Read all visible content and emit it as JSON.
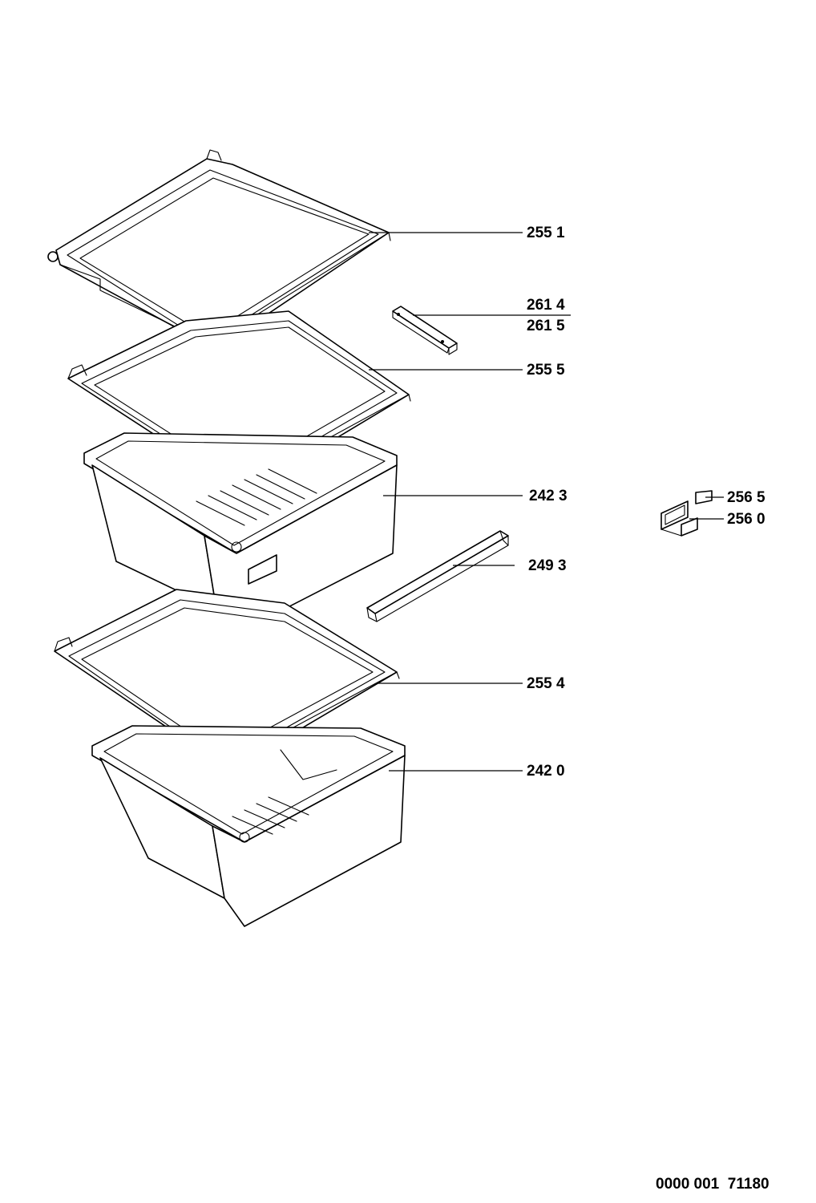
{
  "callouts": {
    "p2551": "255 1",
    "p2614": "261 4",
    "p2615": "261 5",
    "p2555": "255 5",
    "p2423": "242 3",
    "p2565": "256 5",
    "p2560": "256 0",
    "p2493": "249 3",
    "p2554": "255 4",
    "p2420": "242 0"
  },
  "footer": {
    "document_number": "0000 001  71180"
  }
}
